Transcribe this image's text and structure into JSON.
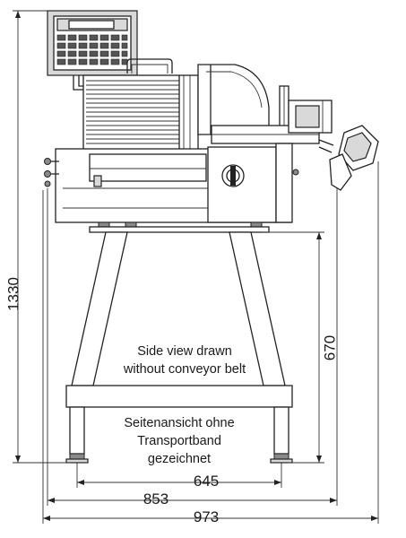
{
  "dimensions": {
    "height_total": "1330",
    "height_stand": "670",
    "width_feet": "645",
    "width_frame": "853",
    "width_total": "973"
  },
  "notes": {
    "english_line1": "Side view drawn",
    "english_line2": "without conveyor belt",
    "german_line1": "Seitenansicht ohne",
    "german_line2": "Transportband",
    "german_line3": "gezeichnet"
  }
}
